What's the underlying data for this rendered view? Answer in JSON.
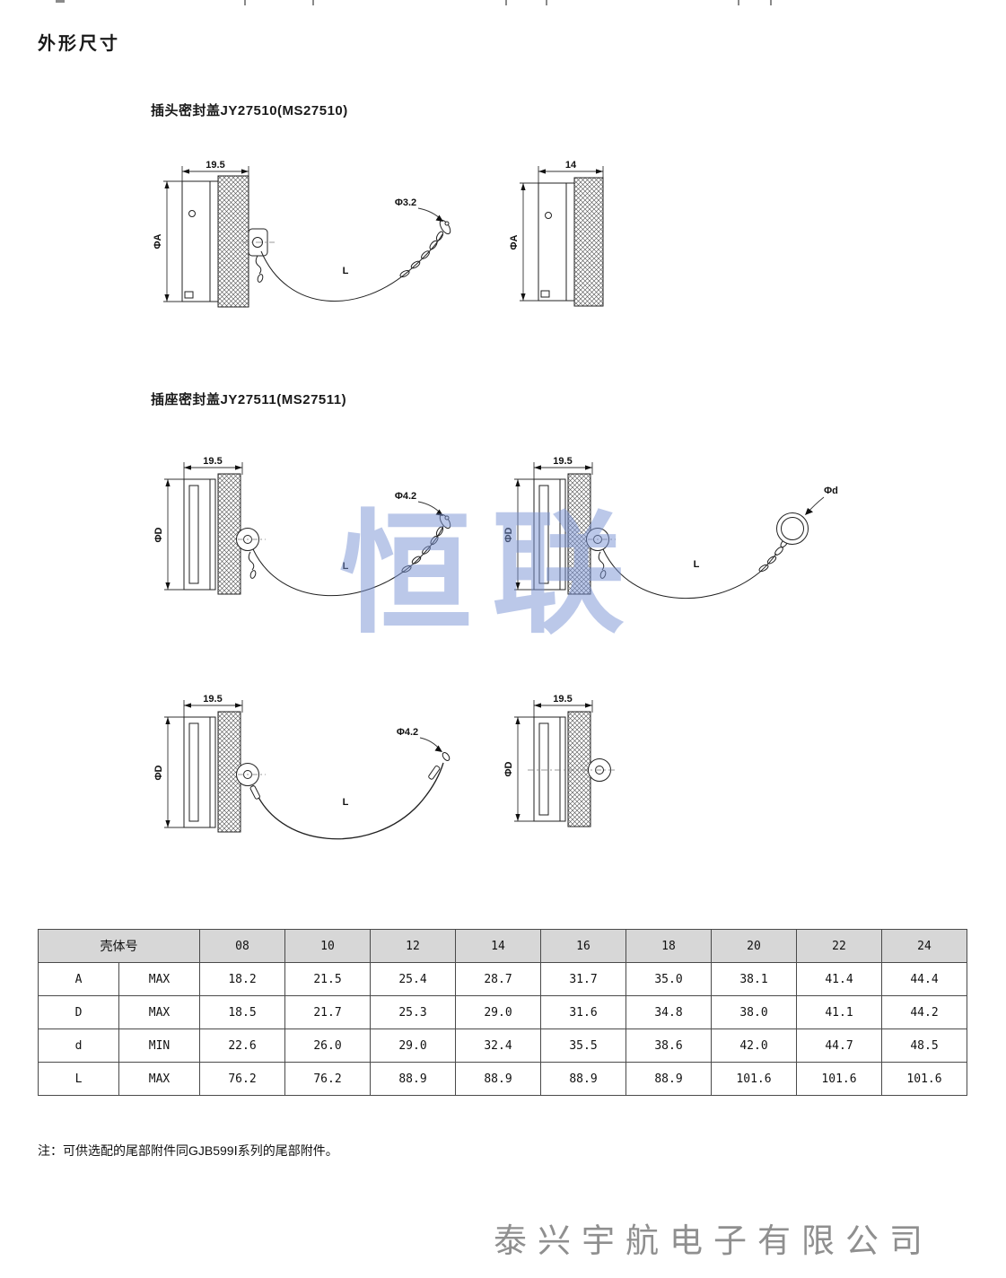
{
  "page": {
    "title": "外形尺寸",
    "note": "注：可供选配的尾部附件同GJB599Ⅰ系列的尾部附件。",
    "center_watermark": "恒联",
    "footer_watermark": "泰兴宇航电子有限公司"
  },
  "sections": {
    "plug": {
      "heading": "插头密封盖JY27510(MS27510)"
    },
    "receptacle": {
      "heading": "插座密封盖JY27511(MS27511)"
    }
  },
  "drawings": {
    "d1": {
      "width_dim": "19.5",
      "dia_dim": "ΦA",
      "hole_dim": "Φ3.2",
      "length_dim": "L"
    },
    "d2": {
      "width_dim": "14",
      "dia_dim": "ΦA"
    },
    "d3": {
      "width_dim": "19.5",
      "dia_dim": "ΦD",
      "hole_dim": "Φ4.2",
      "length_dim": "L"
    },
    "d4": {
      "width_dim": "19.5",
      "dia_dim": "ΦD",
      "ring_dim": "Φd",
      "length_dim": "L"
    },
    "d5": {
      "width_dim": "19.5",
      "dia_dim": "ΦD",
      "hole_dim": "Φ4.2",
      "length_dim": "L"
    },
    "d6": {
      "width_dim": "19.5",
      "dia_dim": "ΦD"
    }
  },
  "table": {
    "corner_label": "壳体号",
    "shells": [
      "08",
      "10",
      "12",
      "14",
      "16",
      "18",
      "20",
      "22",
      "24"
    ],
    "rows": [
      {
        "param": "A",
        "limit": "MAX",
        "values": [
          "18.2",
          "21.5",
          "25.4",
          "28.7",
          "31.7",
          "35.0",
          "38.1",
          "41.4",
          "44.4"
        ]
      },
      {
        "param": "D",
        "limit": "MAX",
        "values": [
          "18.5",
          "21.7",
          "25.3",
          "29.0",
          "31.6",
          "34.8",
          "38.0",
          "41.1",
          "44.2"
        ]
      },
      {
        "param": "d",
        "limit": "MIN",
        "values": [
          "22.6",
          "26.0",
          "29.0",
          "32.4",
          "35.5",
          "38.6",
          "42.0",
          "44.7",
          "48.5"
        ]
      },
      {
        "param": "L",
        "limit": "MAX",
        "values": [
          "76.2",
          "76.2",
          "88.9",
          "88.9",
          "88.9",
          "88.9",
          "101.6",
          "101.6",
          "101.6"
        ]
      }
    ]
  }
}
